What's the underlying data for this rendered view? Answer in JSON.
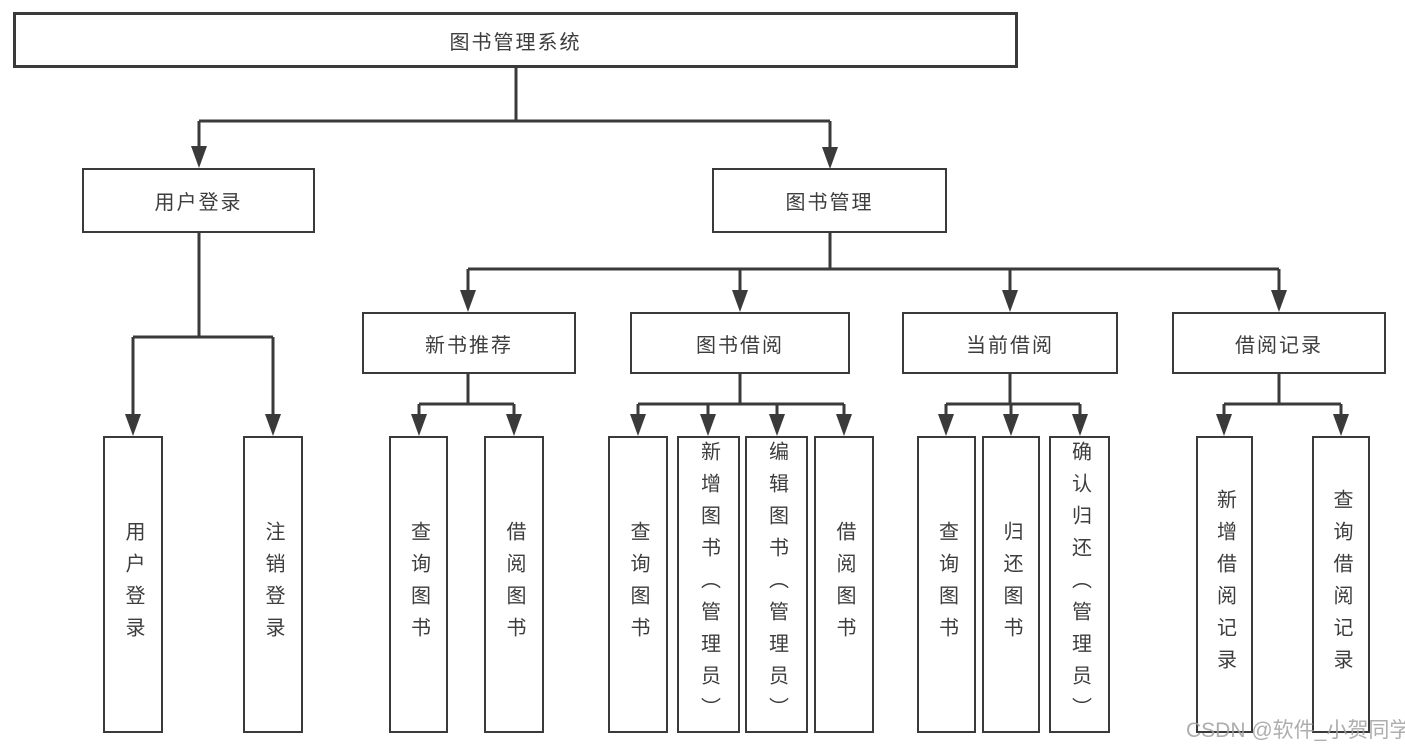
{
  "nodes": {
    "root": "图书管理系统",
    "user_login": "用户登录",
    "book_management": "图书管理",
    "new_book_recommend": "新书推荐",
    "book_borrow": "图书借阅",
    "current_borrow": "当前借阅",
    "borrow_records": "借阅记录",
    "leaf_user_login": "用户登录",
    "leaf_logout_login": "注销登录",
    "leaf_recommend_query_books": "查询图书",
    "leaf_recommend_borrow_books": "借阅图书",
    "leaf_borrow_query_books": "查询图书",
    "leaf_borrow_add_books": "新增图书（管理员）",
    "leaf_borrow_edit_books": "编辑图书（管理员）",
    "leaf_borrow_borrow_books": "借阅图书",
    "leaf_current_query_books": "查询图书",
    "leaf_current_return_books": "归还图书",
    "leaf_current_confirm_return": "确认归还（管理员）",
    "leaf_records_add_record": "新增借阅记录",
    "leaf_records_query_record": "查询借阅记录"
  },
  "watermark": {
    "text": "CSDN @软件_小贺同学"
  },
  "colors": {
    "line": "#3a3a3a",
    "text": "#3d3d3d",
    "watermark": "#a0a0a0",
    "background": "#ffffff"
  }
}
